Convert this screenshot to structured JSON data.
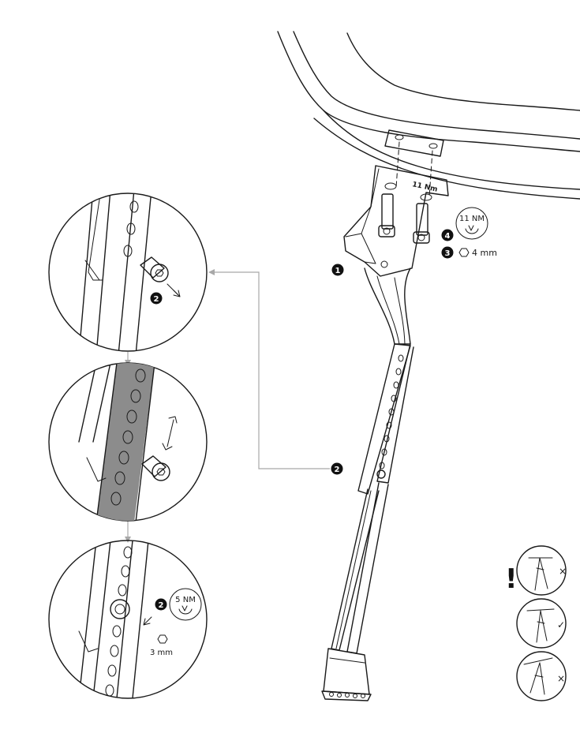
{
  "frame_torque": "11 Nm",
  "callouts": {
    "part_1": "1",
    "part_2": "2",
    "step_2_top": "2",
    "step_2_bottom": "2",
    "step_3": "3",
    "step_4": "4"
  },
  "torque_labels": {
    "mount": "11 NM",
    "adjust": "5 NM"
  },
  "tool_sizes": {
    "mount": "4 mm",
    "adjust": "3 mm"
  },
  "warning_mark": "!",
  "status_marks": {
    "wrong": "×",
    "right": "✓"
  },
  "colors": {
    "line": "#1a1a1a",
    "connector": "#a8a8a8",
    "tube_shade": "#8c8c8c",
    "badge": "#111111"
  },
  "icons": [
    "hex-key-icon",
    "torque-wrench-icon",
    "adjust-arrow-icon",
    "loosen-arrow-icon",
    "tighten-arrow-icon"
  ]
}
